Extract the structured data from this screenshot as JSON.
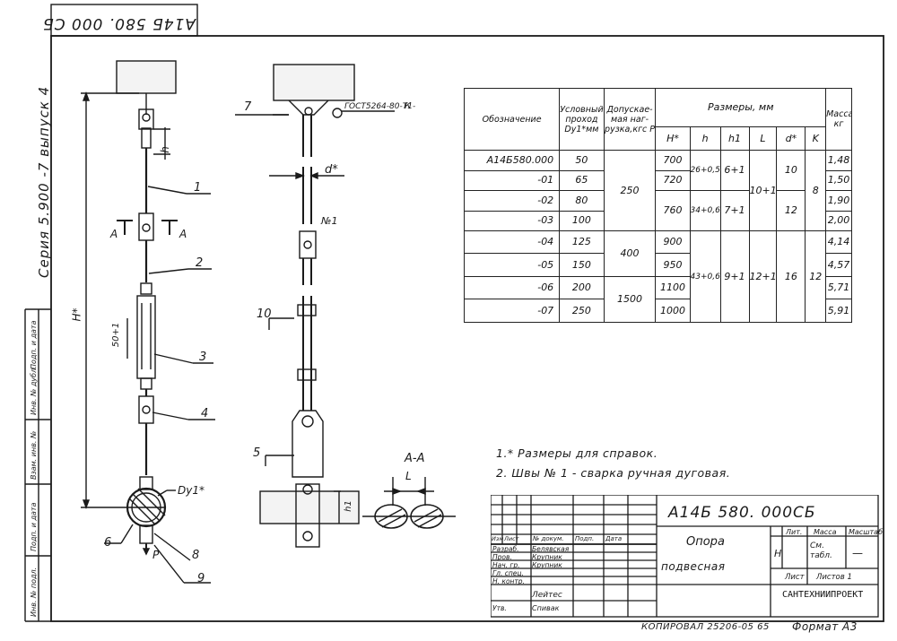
{
  "top_stamp": "А14Б 580. 000 СБ",
  "series": "Серия 5.900 -7  выпуск 4",
  "side_labels": [
    "Инв. № подл.",
    "Подп. и дата",
    "Взам. инв. №",
    "Инв. № дубл.",
    "Подп. и дата"
  ],
  "callouts": {
    "c1": "1",
    "c2": "2",
    "c3": "3",
    "c4": "4",
    "c5": "5",
    "c6": "6",
    "c7": "7",
    "c8": "8",
    "c9": "9",
    "c10": "10",
    "h_dim": "h",
    "h_star": "H*",
    "h1_dim": "h1",
    "l_dim": "L",
    "d_star": "d*",
    "dy_star": "Dy1*",
    "fifty": "50+1",
    "section_a_left": "А",
    "section_a_right": "А",
    "section_label": "А-А",
    "weld": "№1",
    "load": "P",
    "gost": "ГОСТ5264-80-Т1-",
    "weld_k": "К"
  },
  "table": {
    "headers": {
      "designation": "Обозначение",
      "nominal": "Условный проход Dy1*мм",
      "load": "Допускае-мая наг-рузка,кгс P",
      "sizes": "Размеры, мм",
      "mass": "Масса, кг",
      "cols": [
        "H*",
        "h",
        "h1",
        "L",
        "d*",
        "K"
      ]
    },
    "rows": [
      {
        "des": "А14Б580.000",
        "dy": "50",
        "h": "700",
        "mass": "1,48"
      },
      {
        "des": "-01",
        "dy": "65",
        "h": "720",
        "mass": "1,50"
      },
      {
        "des": "-02",
        "dy": "80",
        "h": "760",
        "mass": "1,90"
      },
      {
        "des": "-03",
        "dy": "100",
        "h": "",
        "mass": "2,00"
      },
      {
        "des": "-04",
        "dy": "125",
        "h": "900",
        "mass": "4,14"
      },
      {
        "des": "-05",
        "dy": "150",
        "h": "950",
        "mass": "4,57"
      },
      {
        "des": "-06",
        "dy": "200",
        "h": "1100",
        "mass": "5,71"
      },
      {
        "des": "-07",
        "dy": "250",
        "h": "1000",
        "mass": "5,91"
      }
    ],
    "merged": {
      "load_250": "250",
      "load_400": "400",
      "load_1500": "1500",
      "h_a": "26+0,52",
      "h_b": "34+0,62",
      "h_c": "43+0,62",
      "h1_a": "6+1",
      "h1_b": "7+1",
      "h1_c": "9+1",
      "l_a": "10+1",
      "l_b": "12+1",
      "d_a": "10",
      "d_b": "12",
      "d_c": "16",
      "k_a": "8",
      "k_b": "12"
    }
  },
  "notes": [
    "1.* Размеры для справок.",
    "2. Швы № 1 - сварка ручная дуговая."
  ],
  "title_block": {
    "code": "А14Б 580. 000СБ",
    "name_line1": "Опора",
    "name_line2": "подвесная",
    "org": "САНТЕХНИИПРОЕКТ",
    "col_heads": [
      "Изм",
      "Лист",
      "№ докум.",
      "Подп.",
      "Дата"
    ],
    "roles": [
      {
        "role": "Разраб.",
        "name": "Белявская"
      },
      {
        "role": "Пров.",
        "name": "Крупник"
      },
      {
        "role": "Нач. гр.",
        "name": "Крупник"
      },
      {
        "role": "Гл. спец.",
        "name": ""
      },
      {
        "role": "Н. контр.",
        "name": "Лейтес"
      },
      {
        "role": "Утв.",
        "name": "Спивак"
      }
    ],
    "lit": "Лит.",
    "mass": "Масса",
    "scale": "Масштаб",
    "lit_value": "Н",
    "mass_value": "См. табл.",
    "scale_value": "—",
    "sheet": "Лист",
    "sheets": "Листов 1"
  },
  "footer": {
    "copied": "КОПИРОВАЛ 25206-05  65",
    "format": "Формат А3"
  }
}
